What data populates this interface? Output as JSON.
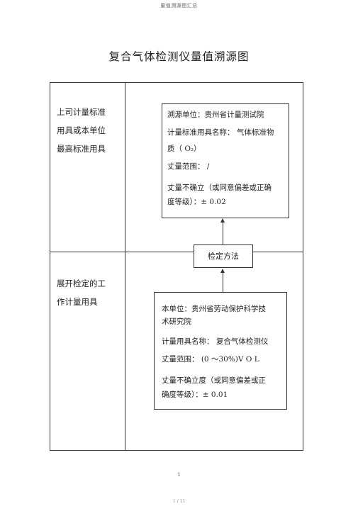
{
  "header": "量值溯源图汇总",
  "title": "复合气体检测仪量值溯源图",
  "rows": [
    {
      "label_lines": [
        "上司计量标准",
        "用具或本单位",
        "最高标准用具"
      ]
    },
    {
      "label_lines": [
        "展开检定的工",
        "作计量用具"
      ]
    }
  ],
  "upper_box": {
    "lines": [
      "溯源单位：贵州省计量测试院",
      "计量标准用具名称：  气体标准物",
      "质（ O₂）",
      "丈量范围： /",
      "丈量不确立（或同意偏差或正确",
      "度等级）：± 0.02"
    ]
  },
  "method_box": {
    "label": "检定方法"
  },
  "lower_box": {
    "lines": [
      "本单位：贵州省劳动保护科学技",
      "术研究院",
      "计量用具名称：  复合气体检测仪",
      "丈量范围：  (0 ～30%)V O L",
      "丈量不确立度（或同意偏差或正",
      "确度等级）：± 0.01"
    ]
  },
  "page_number": "1",
  "footer": "1 / 11"
}
